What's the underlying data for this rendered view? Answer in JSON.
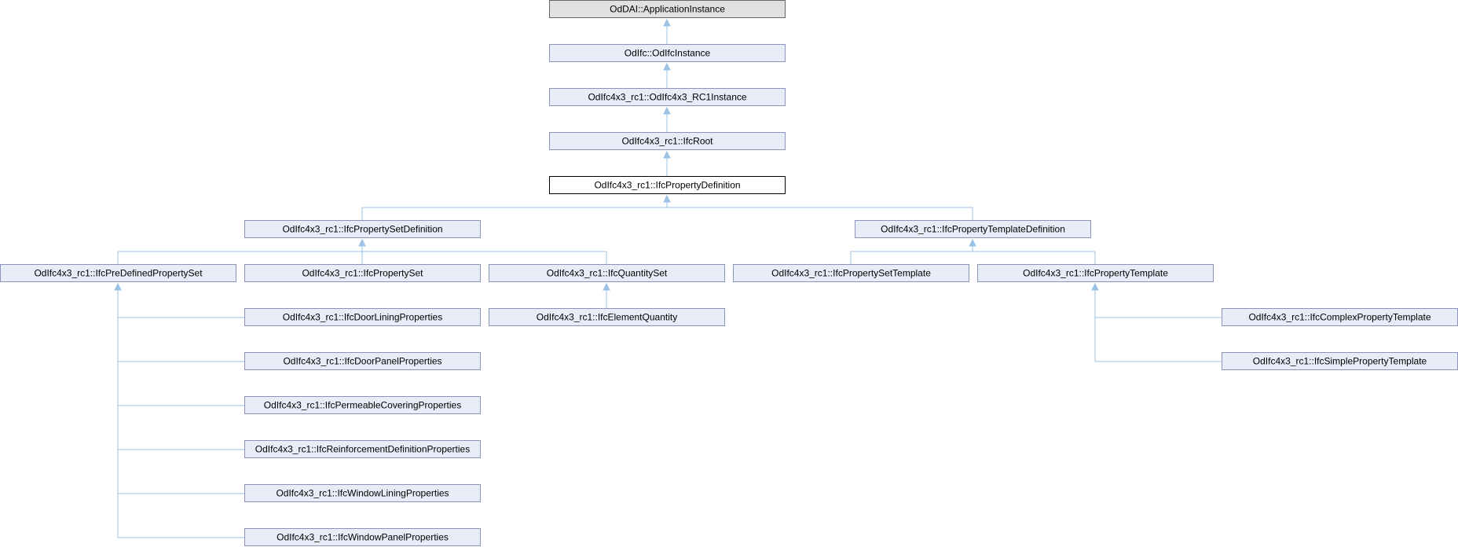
{
  "nodes": {
    "application_instance": "OdDAI::ApplicationInstance",
    "odifc_instance": "OdIfc::OdIfcInstance",
    "rc1_instance": "OdIfc4x3_rc1::OdIfc4x3_RC1Instance",
    "ifc_root": "OdIfc4x3_rc1::IfcRoot",
    "property_definition": "OdIfc4x3_rc1::IfcPropertyDefinition",
    "property_set_definition": "OdIfc4x3_rc1::IfcPropertySetDefinition",
    "property_template_definition": "OdIfc4x3_rc1::IfcPropertyTemplateDefinition",
    "predefined_property_set": "OdIfc4x3_rc1::IfcPreDefinedPropertySet",
    "property_set": "OdIfc4x3_rc1::IfcPropertySet",
    "quantity_set": "OdIfc4x3_rc1::IfcQuantitySet",
    "property_set_template": "OdIfc4x3_rc1::IfcPropertySetTemplate",
    "property_template": "OdIfc4x3_rc1::IfcPropertyTemplate",
    "door_lining_properties": "OdIfc4x3_rc1::IfcDoorLiningProperties",
    "element_quantity": "OdIfc4x3_rc1::IfcElementQuantity",
    "complex_property_template": "OdIfc4x3_rc1::IfcComplexPropertyTemplate",
    "door_panel_properties": "OdIfc4x3_rc1::IfcDoorPanelProperties",
    "simple_property_template": "OdIfc4x3_rc1::IfcSimplePropertyTemplate",
    "permeable_covering_properties": "OdIfc4x3_rc1::IfcPermeableCoveringProperties",
    "reinforcement_definition_properties": "OdIfc4x3_rc1::IfcReinforcementDefinitionProperties",
    "window_lining_properties": "OdIfc4x3_rc1::IfcWindowLiningProperties",
    "window_panel_properties": "OdIfc4x3_rc1::IfcWindowPanelProperties"
  },
  "colors": {
    "node_fill": "#e8ecf6",
    "node_border": "#8a93b8",
    "root_fill": "#e0e0e0",
    "current_border": "#000000",
    "edge": "#9cc3e6"
  }
}
